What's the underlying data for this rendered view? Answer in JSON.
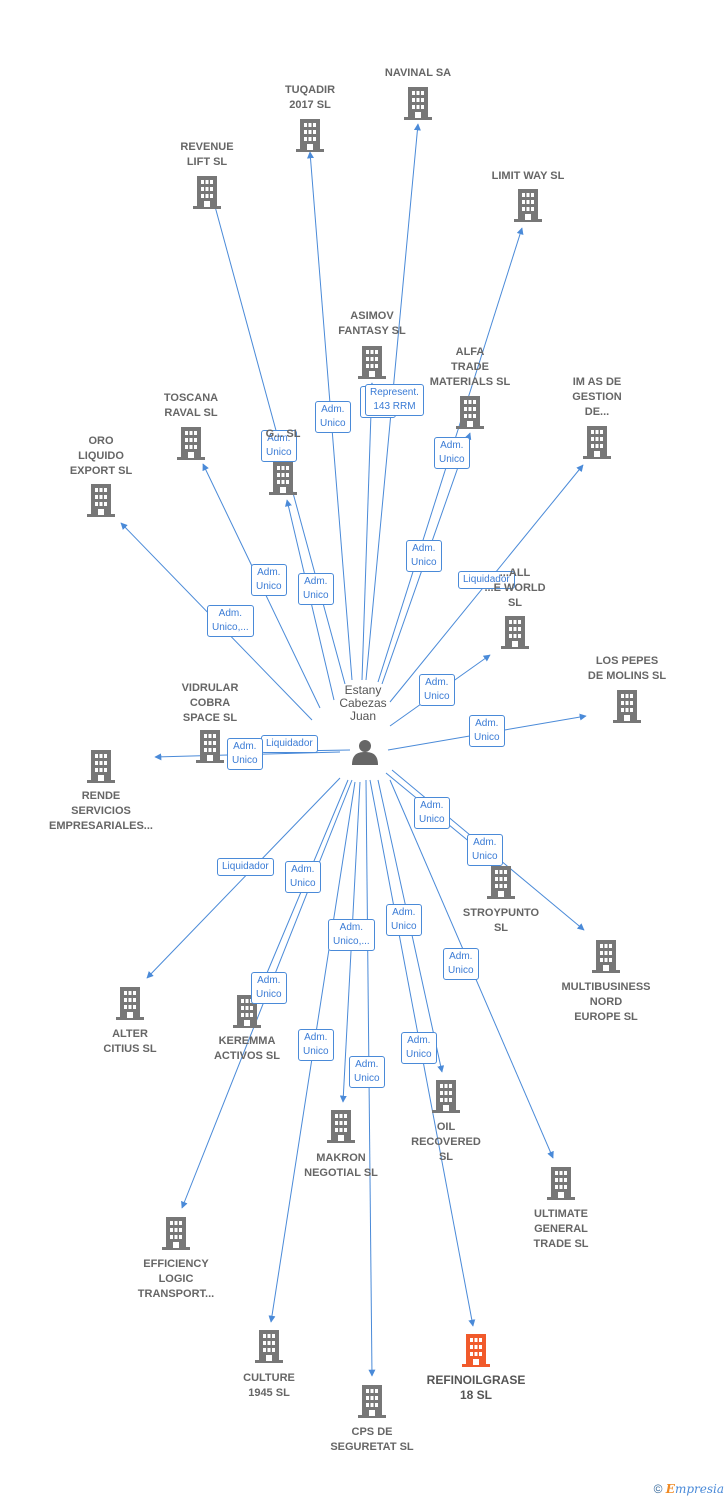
{
  "colors": {
    "edge": "#4a8ad8",
    "building": "#777777",
    "highlight": "#f15a2b",
    "person": "#666666"
  },
  "center_person": {
    "name": "Estany\nCabezas\nJuan",
    "icon": "person-icon"
  },
  "companies": [
    {
      "key": "navinal",
      "name": "NAVINAL SA",
      "icon": "building-icon"
    },
    {
      "key": "tuqadir",
      "name": "TUQADIR\n2017  SL",
      "icon": "building-icon"
    },
    {
      "key": "revenue",
      "name": "REVENUE\nLIFT  SL",
      "icon": "building-icon"
    },
    {
      "key": "limitway",
      "name": "LIMIT WAY  SL",
      "icon": "building-icon"
    },
    {
      "key": "asimov",
      "name": "ASIMOV\nFANTASY  SL",
      "icon": "building-icon"
    },
    {
      "key": "alfa",
      "name": "ALFA\nTRADE\nMATERIALS  SL",
      "icon": "building-icon"
    },
    {
      "key": "imas",
      "name": "IM AS DE\nGESTION\nDE...",
      "icon": "building-icon"
    },
    {
      "key": "toscana",
      "name": "TOSCANA\nRAVAL  SL",
      "icon": "building-icon"
    },
    {
      "key": "gsl",
      "name": "G...  SL",
      "icon": "building-icon"
    },
    {
      "key": "oro",
      "name": "ORO\nLIQUIDO\nEXPORT  SL",
      "icon": "building-icon"
    },
    {
      "key": "world",
      "name": "...ALL\n...E WORLD\nSL",
      "icon": "building-icon"
    },
    {
      "key": "pepes",
      "name": "LOS PEPES\nDE MOLINS  SL",
      "icon": "building-icon"
    },
    {
      "key": "vidrular",
      "name": "VIDRULAR\nCOBRA\nSPACE SL",
      "icon": "building-icon"
    },
    {
      "key": "rende",
      "name": "RENDE\nSERVICIOS\nEMPRESARIALES...",
      "icon": "building-icon"
    },
    {
      "key": "stroypunto",
      "name": "STROYPUNTO\nSL",
      "icon": "building-icon"
    },
    {
      "key": "multibusiness",
      "name": "MULTIBUSINESS\nNORD\nEUROPE  SL",
      "icon": "building-icon"
    },
    {
      "key": "alter",
      "name": "ALTER\nCITIUS  SL",
      "icon": "building-icon"
    },
    {
      "key": "keremma",
      "name": "KEREMMA\nACTIVOS  SL",
      "icon": "building-icon"
    },
    {
      "key": "oil",
      "name": "OIL\nRECOVERED\nSL",
      "icon": "building-icon"
    },
    {
      "key": "makron",
      "name": "MAKRON\nNEGOTIAL  SL",
      "icon": "building-icon"
    },
    {
      "key": "ultimate",
      "name": "ULTIMATE\nGENERAL\nTRADE  SL",
      "icon": "building-icon"
    },
    {
      "key": "efficiency",
      "name": "EFFICIENCY\nLOGIC\nTRANSPORT...",
      "icon": "building-icon"
    },
    {
      "key": "culture",
      "name": "CULTURE\n1945  SL",
      "icon": "building-icon"
    },
    {
      "key": "refinoil",
      "name": "REFINOILGRASE\n18  SL",
      "icon": "building-icon",
      "highlight": true
    },
    {
      "key": "cps",
      "name": "CPS DE\nSEGURETAT SL",
      "icon": "building-icon"
    }
  ],
  "relations": [
    {
      "target": "navinal",
      "label": "Adm.\nUnico"
    },
    {
      "target": "tuqadir",
      "label": "Adm.\nUnico"
    },
    {
      "target": "revenue",
      "label": "Adm.\nUnico"
    },
    {
      "target": "limitway",
      "label": "Adm.\nUnico"
    },
    {
      "target": "asimov",
      "label": "Represent.\n143 RRM"
    },
    {
      "target": "alfa",
      "label": "Adm.\nUnico"
    },
    {
      "target": "imas",
      "label": "Liquidador"
    },
    {
      "target": "toscana",
      "label": "Adm.\nUnico"
    },
    {
      "target": "gsl",
      "label": "Adm.\nUnico"
    },
    {
      "target": "oro",
      "label": "Adm.\nUnico,..."
    },
    {
      "target": "world",
      "label": "Adm.\nUnico"
    },
    {
      "target": "pepes",
      "label": "Adm.\nUnico"
    },
    {
      "target": "vidrular",
      "label": "Liquidador"
    },
    {
      "target": "rende",
      "label": "Adm.\nUnico"
    },
    {
      "target": "stroypunto",
      "label": "Adm.\nUnico"
    },
    {
      "target": "multibusiness",
      "label": "Adm.\nUnico"
    },
    {
      "target": "alter",
      "label": "Liquidador"
    },
    {
      "target": "keremma",
      "label": "Adm.\nUnico"
    },
    {
      "target": "oil",
      "label": "Adm.\nUnico"
    },
    {
      "target": "makron",
      "label": "Adm.\nUnico,..."
    },
    {
      "target": "ultimate",
      "label": "Adm.\nUnico"
    },
    {
      "target": "efficiency",
      "label": "Adm.\nUnico"
    },
    {
      "target": "culture",
      "label": "Adm.\nUnico"
    },
    {
      "target": "refinoil",
      "label": "Adm.\nUnico"
    },
    {
      "target": "cps",
      "label": "Adm.\nUnico"
    }
  ],
  "footer": {
    "copyright": "©",
    "brand_first": "E",
    "brand_rest": "mpresia"
  }
}
